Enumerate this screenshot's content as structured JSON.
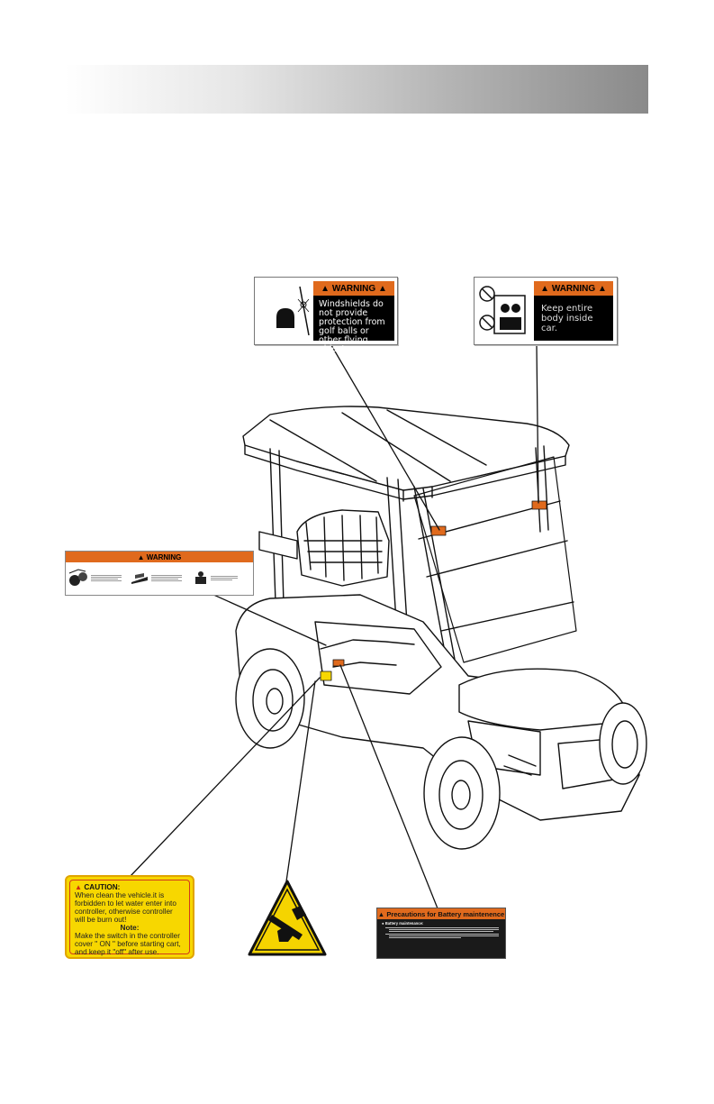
{
  "labels": {
    "windshield": {
      "heading": "WARNING",
      "text": "Windshields do not provide protection from golf balls or other flying objects."
    },
    "keep_body": {
      "heading": "WARNING",
      "text": "Keep entire body inside car."
    },
    "wide_warning": {
      "heading": "WARNING"
    },
    "caution": {
      "heading": "CAUTION:",
      "line1": "When clean the vehicle.it is forbidden to let water enter into controller, otherwise controller will be burn out!",
      "note_heading": "Note:",
      "line2": "Make the switch in the controller cover \" ON \" before starting cart, and keep it \"off\" after use."
    },
    "battery": {
      "heading": "Precautions for Battery maintenence",
      "subheading": "Battery maintenance:"
    }
  },
  "colors": {
    "warning_orange": "#e06a1d",
    "caution_yellow": "#f7d700",
    "caution_border": "#d13b1b"
  },
  "icons": [
    "warning-triangle-icon",
    "hand-pinch-icon"
  ]
}
